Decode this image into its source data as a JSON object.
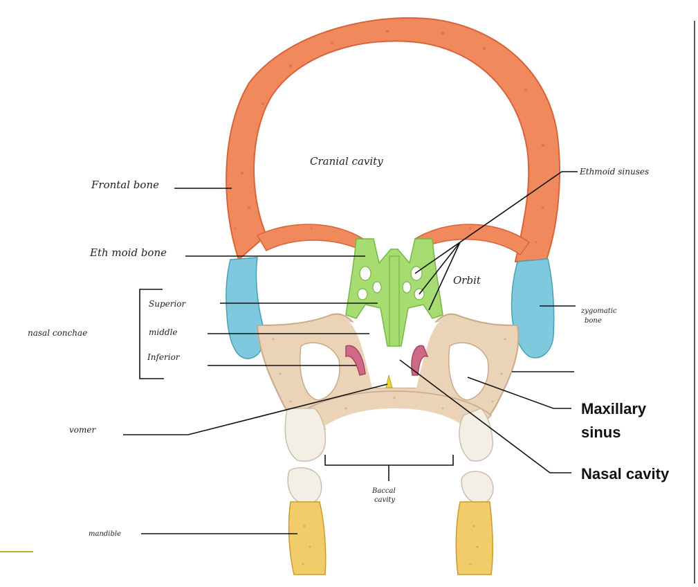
{
  "colors": {
    "frontal": "#f08a5d",
    "frontal_dark": "#d9623a",
    "zygomatic": "#7ec9dd",
    "ethmoid": "#a6dc72",
    "maxilla": "#ead3b6",
    "maxilla_dark": "#c9a98a",
    "concha": "#cf6a86",
    "vomer": "#e8d93a",
    "mandible": "#f2cc6a",
    "tooth": "#f4efe6"
  },
  "labels": {
    "cranial_cavity": "Cranial cavity",
    "frontal_bone": "Frontal bone",
    "ethmoid_sinuses": "Ethmoid sinuses",
    "ethmoid_bone": "Eth moid bone",
    "orbit": "Orbit",
    "superior": "Superior",
    "middle": "middle",
    "inferior": "Inferior",
    "nasal_conchae": "nasal conchae",
    "zygomatic_line1": "zygomatic",
    "zygomatic_line2": "bone",
    "maxillary_line1": "Maxillary",
    "maxillary_line2": "sinus",
    "nasal_cavity": "Nasal cavity",
    "vomer": "vomer",
    "buccal_line1": "Baccal",
    "buccal_line2": "cavity",
    "mandible": "mandible"
  }
}
